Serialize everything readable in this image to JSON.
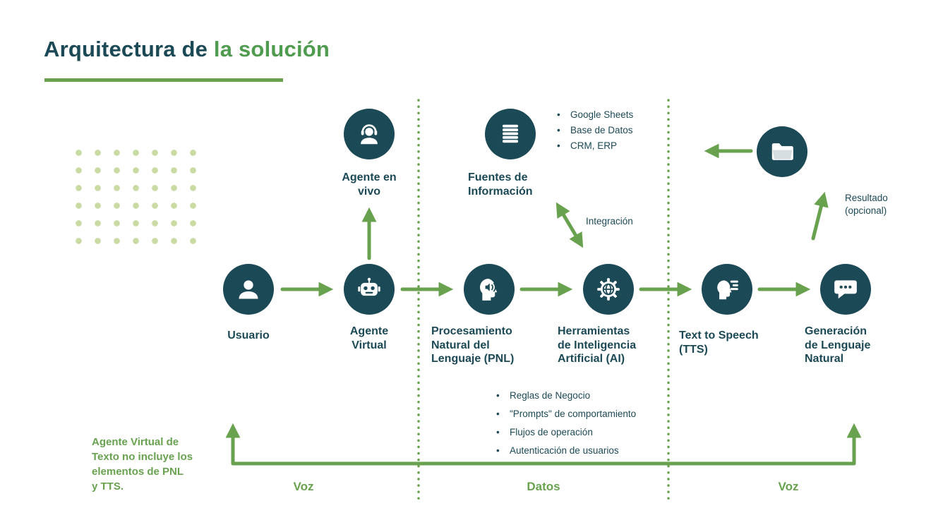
{
  "title": {
    "prefix": "Arquitectura de ",
    "highlight": "la solución"
  },
  "nodes": {
    "usuario": "Usuario",
    "agente_virtual": "Agente\nVirtual",
    "pnl": "Procesamiento\nNatural del\nLenguaje (PNL)",
    "ai": "Herramientas\nde Inteligencia\nArtificial (AI)",
    "tts": "Text to Speech\n(TTS)",
    "gln": "Generación\nde Lenguaje\nNatural",
    "agente_vivo": "Agente en\nvivo",
    "fuentes": "Fuentes de\nInformación"
  },
  "fuentes_bullets": [
    "Google Sheets",
    "Base de Datos",
    "CRM, ERP"
  ],
  "config_bullets": [
    "Reglas de Negocio",
    "\"Prompts\" de comportamiento",
    "Flujos de operación",
    "Autenticación de usuarios"
  ],
  "annotations": {
    "integracion": "Integración",
    "resultado": "Resultado\n(opcional)",
    "nota": "Agente Virtual de\nTexto no incluye los\nelementos de PNL\ny TTS."
  },
  "sections": {
    "left": "Voz",
    "middle": "Datos",
    "right": "Voz"
  },
  "colors": {
    "teal": "#1c4956",
    "green": "#68a24f",
    "dot_green": "#c9daa2"
  }
}
